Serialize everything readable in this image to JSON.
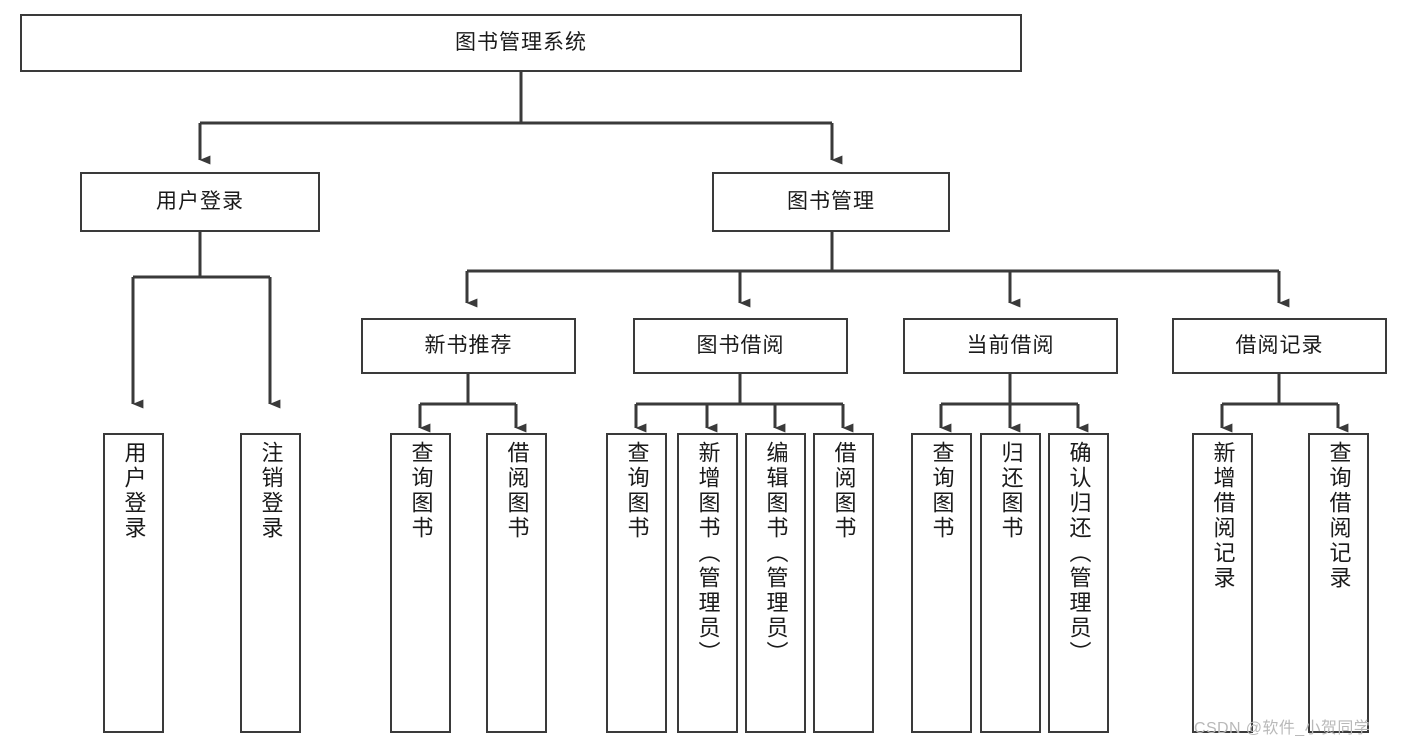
{
  "diagram": {
    "title": "图书管理系统",
    "type": "tree-hierarchy-chart",
    "root": {
      "id": "root",
      "label": "图书管理系统"
    },
    "level2": [
      {
        "id": "user-login",
        "label": "用户登录"
      },
      {
        "id": "book-manage",
        "label": "图书管理"
      }
    ],
    "level3": [
      {
        "id": "new-book-rec",
        "label": "新书推荐"
      },
      {
        "id": "book-borrow",
        "label": "图书借阅"
      },
      {
        "id": "current-borrow",
        "label": "当前借阅"
      },
      {
        "id": "borrow-record",
        "label": "借阅记录"
      }
    ],
    "leaves": {
      "user_login": [
        {
          "id": "leaf-user-login",
          "label": "用户登录"
        },
        {
          "id": "leaf-logout-login",
          "label": "注销登录"
        }
      ],
      "new_book_rec": [
        {
          "id": "leaf-query-book-1",
          "label": "查询图书"
        },
        {
          "id": "leaf-borrow-book-1",
          "label": "借阅图书"
        }
      ],
      "book_borrow": [
        {
          "id": "leaf-query-book-2",
          "label": "查询图书"
        },
        {
          "id": "leaf-add-book",
          "label": "新增图书（管理员）"
        },
        {
          "id": "leaf-edit-book",
          "label": "编辑图书（管理员）"
        },
        {
          "id": "leaf-borrow-book-2",
          "label": "借阅图书"
        }
      ],
      "current_borrow": [
        {
          "id": "leaf-query-book-3",
          "label": "查询图书"
        },
        {
          "id": "leaf-return-book",
          "label": "归还图书"
        },
        {
          "id": "leaf-confirm-return",
          "label": "确认归还（管理员）"
        }
      ],
      "borrow_record": [
        {
          "id": "leaf-add-record",
          "label": "新增借阅记录"
        },
        {
          "id": "leaf-query-record",
          "label": "查询借阅记录"
        }
      ]
    }
  },
  "watermark": {
    "text": "CSDN @软件_小贺同学"
  },
  "colors": {
    "stroke": "#3a3a3a",
    "background": "#ffffff",
    "text": "#1a1a1a",
    "watermark": "#b9b9b9"
  }
}
